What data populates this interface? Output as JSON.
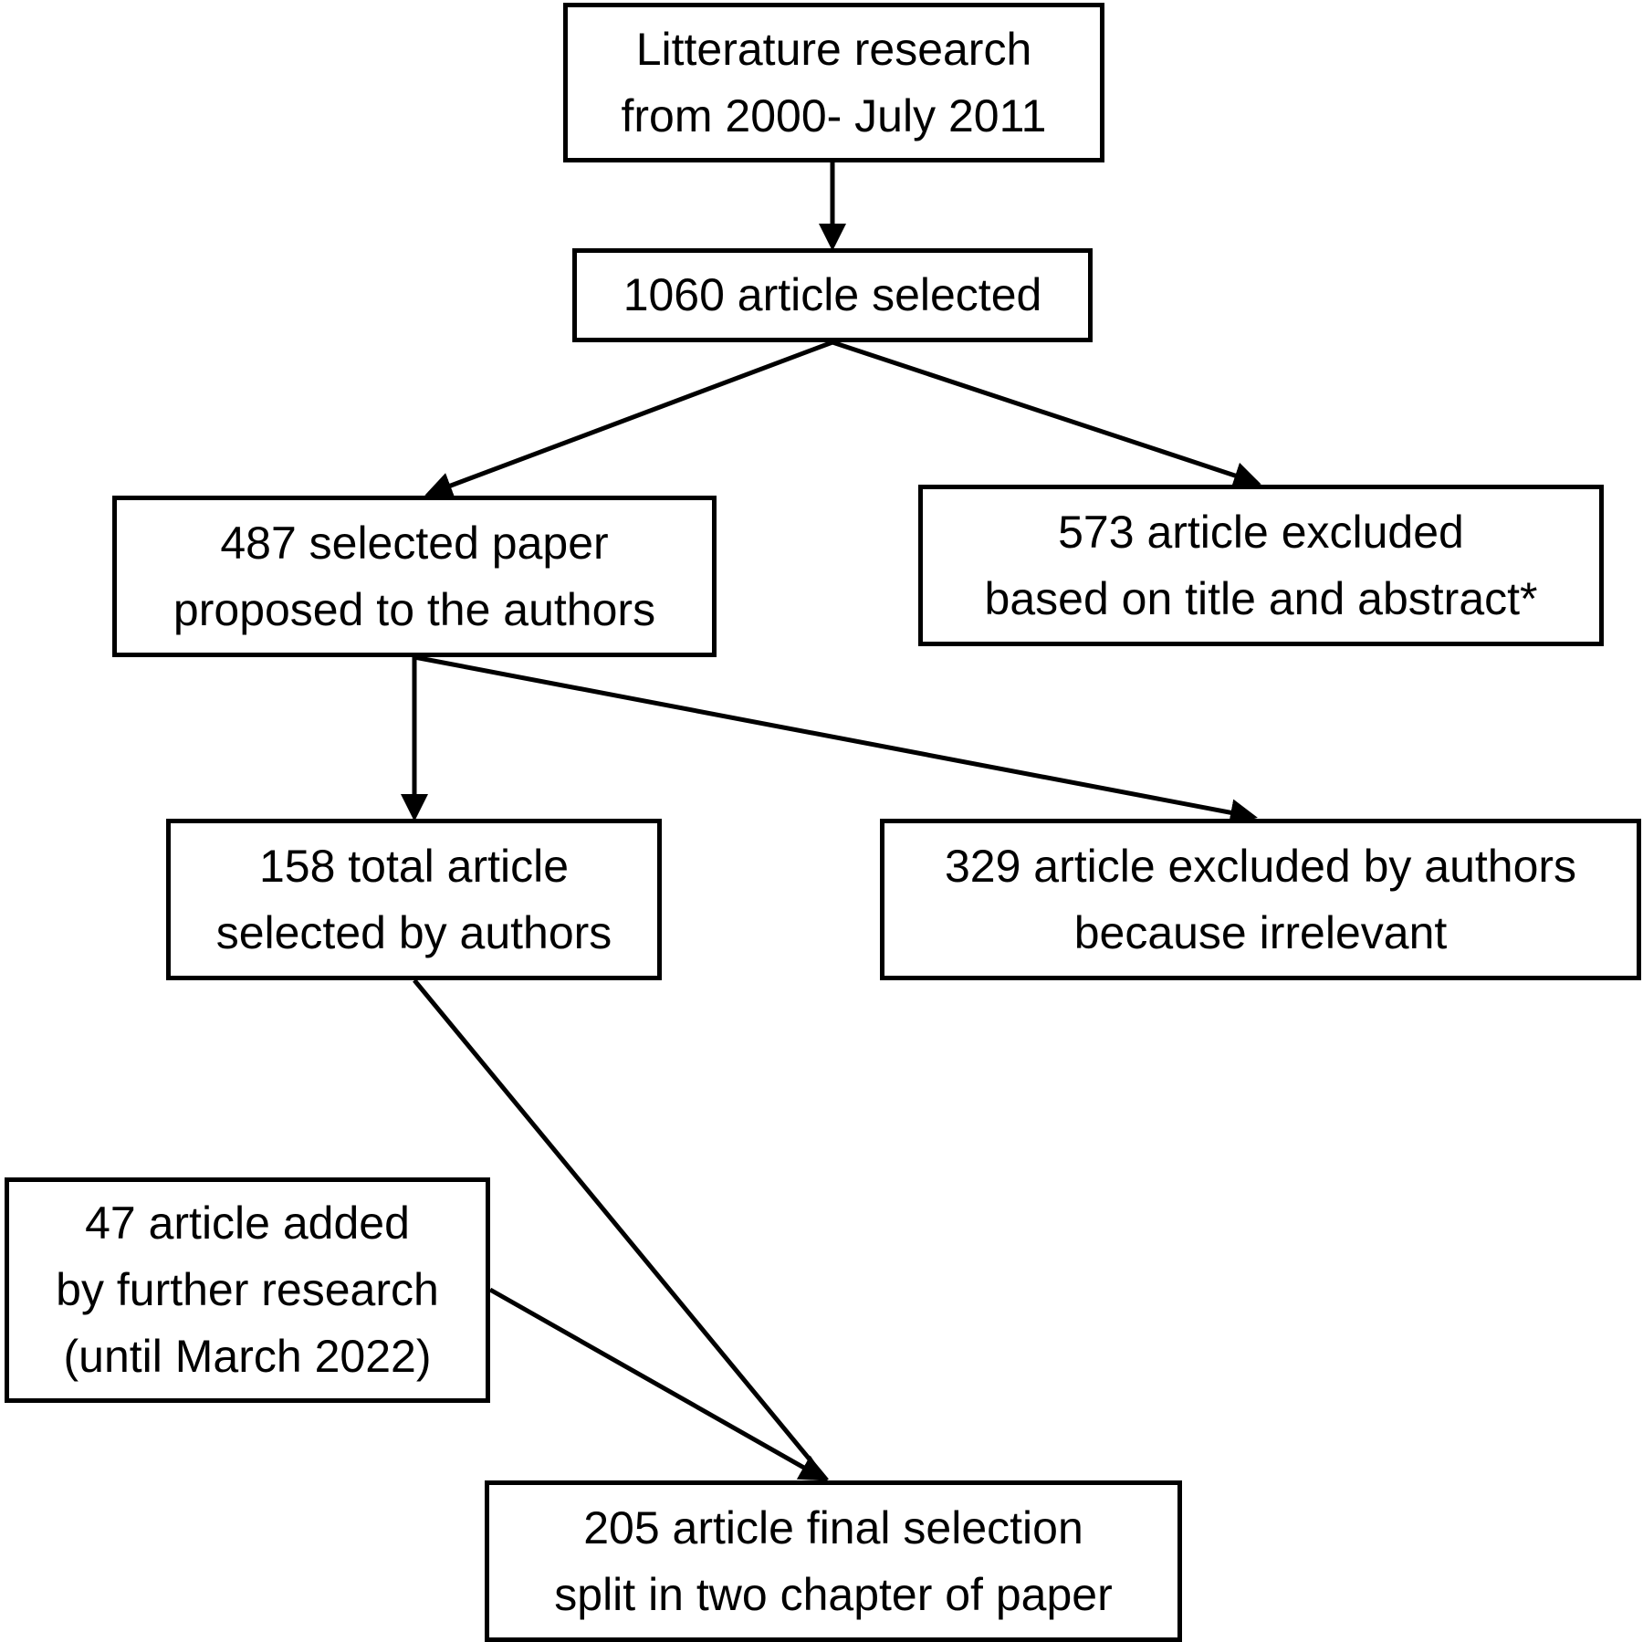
{
  "diagram": {
    "stroke_color": "#000000",
    "background": "#ffffff",
    "nodes": {
      "search": {
        "lines": [
          "Litterature research",
          "from 2000- July 2011"
        ]
      },
      "n1060": {
        "lines": [
          "1060 article selected"
        ]
      },
      "n487": {
        "lines": [
          "487 selected paper",
          "proposed to the authors"
        ]
      },
      "n573": {
        "lines": [
          "573 article excluded",
          "based on title and abstract*"
        ]
      },
      "n158": {
        "lines": [
          "158 total article",
          "selected by authors"
        ]
      },
      "n329": {
        "lines": [
          "329 article excluded by authors",
          "because irrelevant"
        ]
      },
      "n47": {
        "lines": [
          "47 article added",
          "by further research",
          "(until March 2022)"
        ]
      },
      "n205": {
        "lines": [
          "205 article final selection",
          "split in two chapter of paper"
        ]
      }
    },
    "edges": [
      {
        "from": "search",
        "to": "n1060",
        "arrow": true
      },
      {
        "from": "n1060",
        "to": "n487",
        "arrow": true
      },
      {
        "from": "n1060",
        "to": "n573",
        "arrow": true
      },
      {
        "from": "n487",
        "to": "n158",
        "arrow": true
      },
      {
        "from": "n487",
        "to": "n329",
        "arrow": true
      },
      {
        "from": "n158",
        "to": "n205",
        "arrow": false
      },
      {
        "from": "n47",
        "to": "n205",
        "arrow": true
      }
    ]
  }
}
